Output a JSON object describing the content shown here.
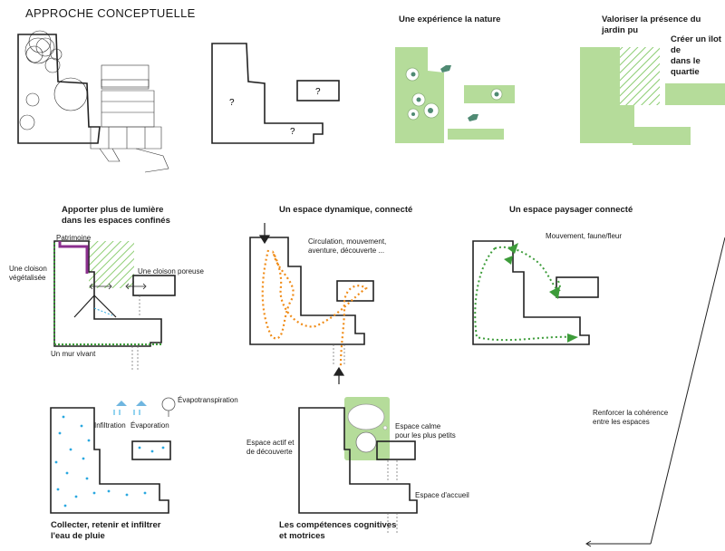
{
  "title": "APPROCHE CONCEPTUELLE",
  "panels": {
    "nature": {
      "title": "Une expérience la nature"
    },
    "jardin": {
      "title": "Valoriser la présence du jardin pu",
      "subtitle": "Créer un îlot de\ndans le quartie"
    },
    "lumiere": {
      "title": "Apporter plus de lumière\ndans les espaces confinés",
      "patrimoine": "Patrimoine",
      "cloison_vegetalisee": "Une cloison\nvégétalisée",
      "cloison_poreuse": "Une cloison poreuse",
      "mur_vivant": "Un mur vivant"
    },
    "dynamique": {
      "title": "Un espace dynamique, connecté",
      "note": "Circulation, mouvement,\naventure, découverte ..."
    },
    "paysager": {
      "title": "Un espace paysager connecté",
      "note": "Mouvement, faune/fleur"
    },
    "pluie": {
      "infiltration": "Infiltration",
      "evaporation": "Évaporation",
      "evapotranspiration": "Évapotranspiration",
      "title": "Collecter, retenir et infiltrer\nl'eau de pluie"
    },
    "cognitives": {
      "actif": "Espace actif et\nde découverte",
      "calme": "Espace calme\npour les plus petits",
      "accueil": "Espace d'accueil",
      "title": "Les compétences cognitives\net motrices"
    },
    "coherence": {
      "text": "Renforcer la cohérence\nentre les espaces"
    },
    "question_marks": [
      "?",
      "?",
      "?"
    ]
  },
  "colors": {
    "green_fill": "#b5dc9a",
    "green_dot": "#3d9c3a",
    "orange": "#f08c18",
    "purple": "#8b2f8e",
    "blue": "#2aa8e0",
    "outline": "#222222"
  }
}
